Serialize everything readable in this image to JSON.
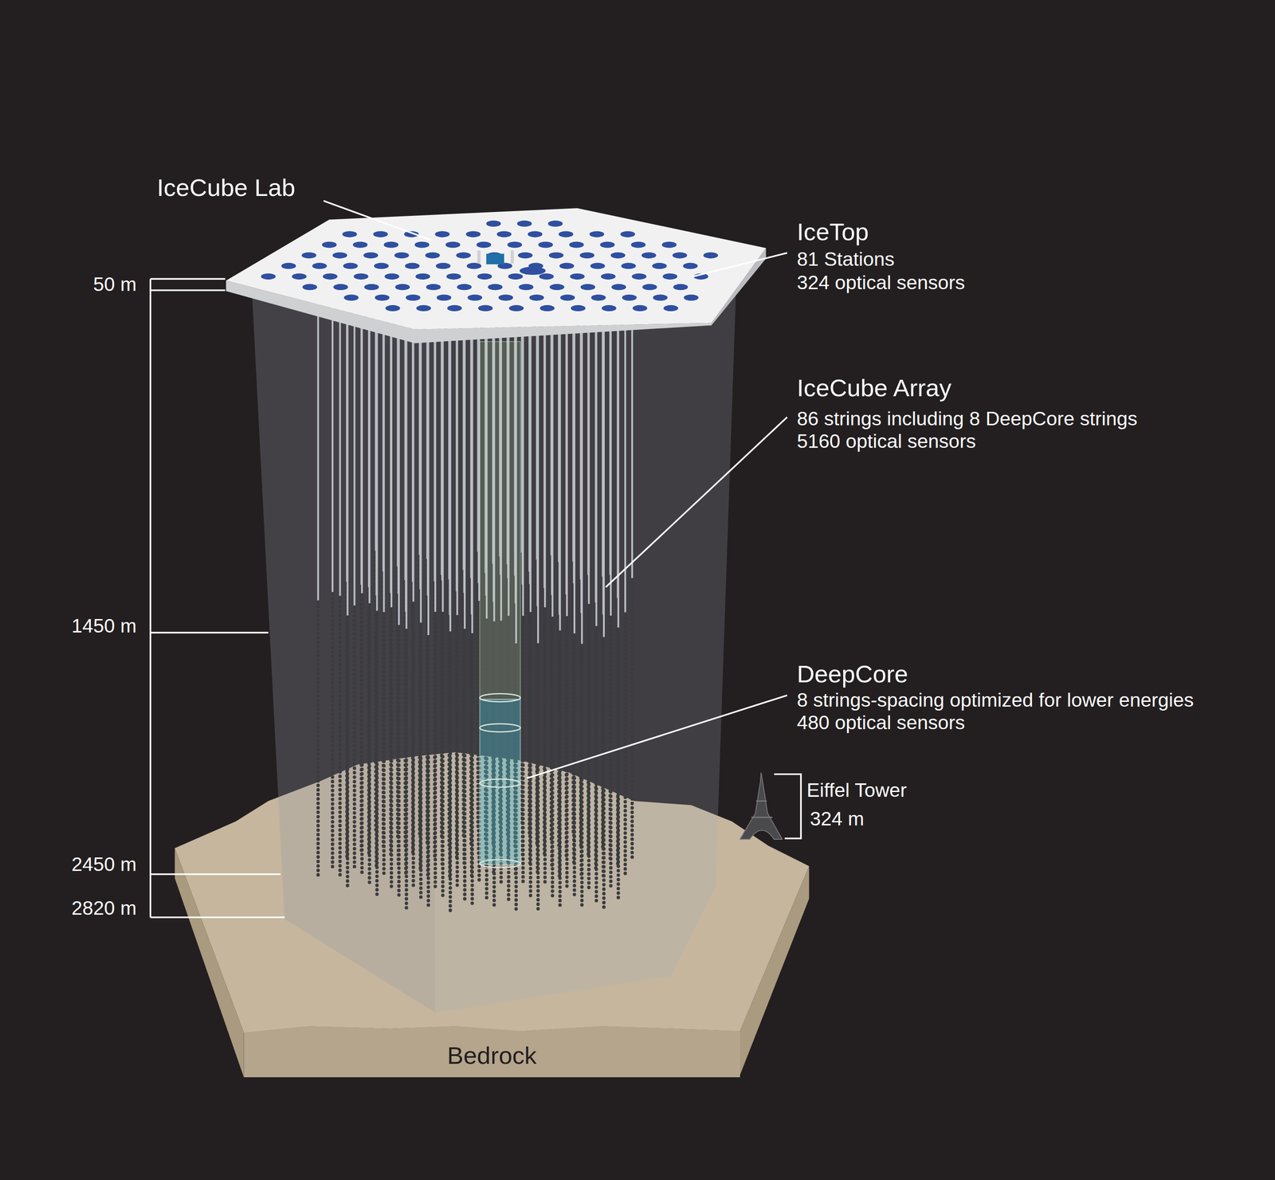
{
  "diagram": {
    "nodes": [
      {
        "text": [
          "Bedrock"
        ]
      }
    ],
    "labels": [
      "IceCube Lab",
      "IceTop",
      "81 Stations",
      "324 optical sensors",
      "IceCube Array",
      "86 strings including 8 DeepCore strings",
      "5160 optical sensors",
      "DeepCore",
      "8 strings-spacing optimized for lower energies",
      "480 optical sensors",
      "Eiffel Tower",
      "324 m",
      "50 m",
      "1450 m",
      "2450 m",
      "2820 m"
    ]
  }
}
